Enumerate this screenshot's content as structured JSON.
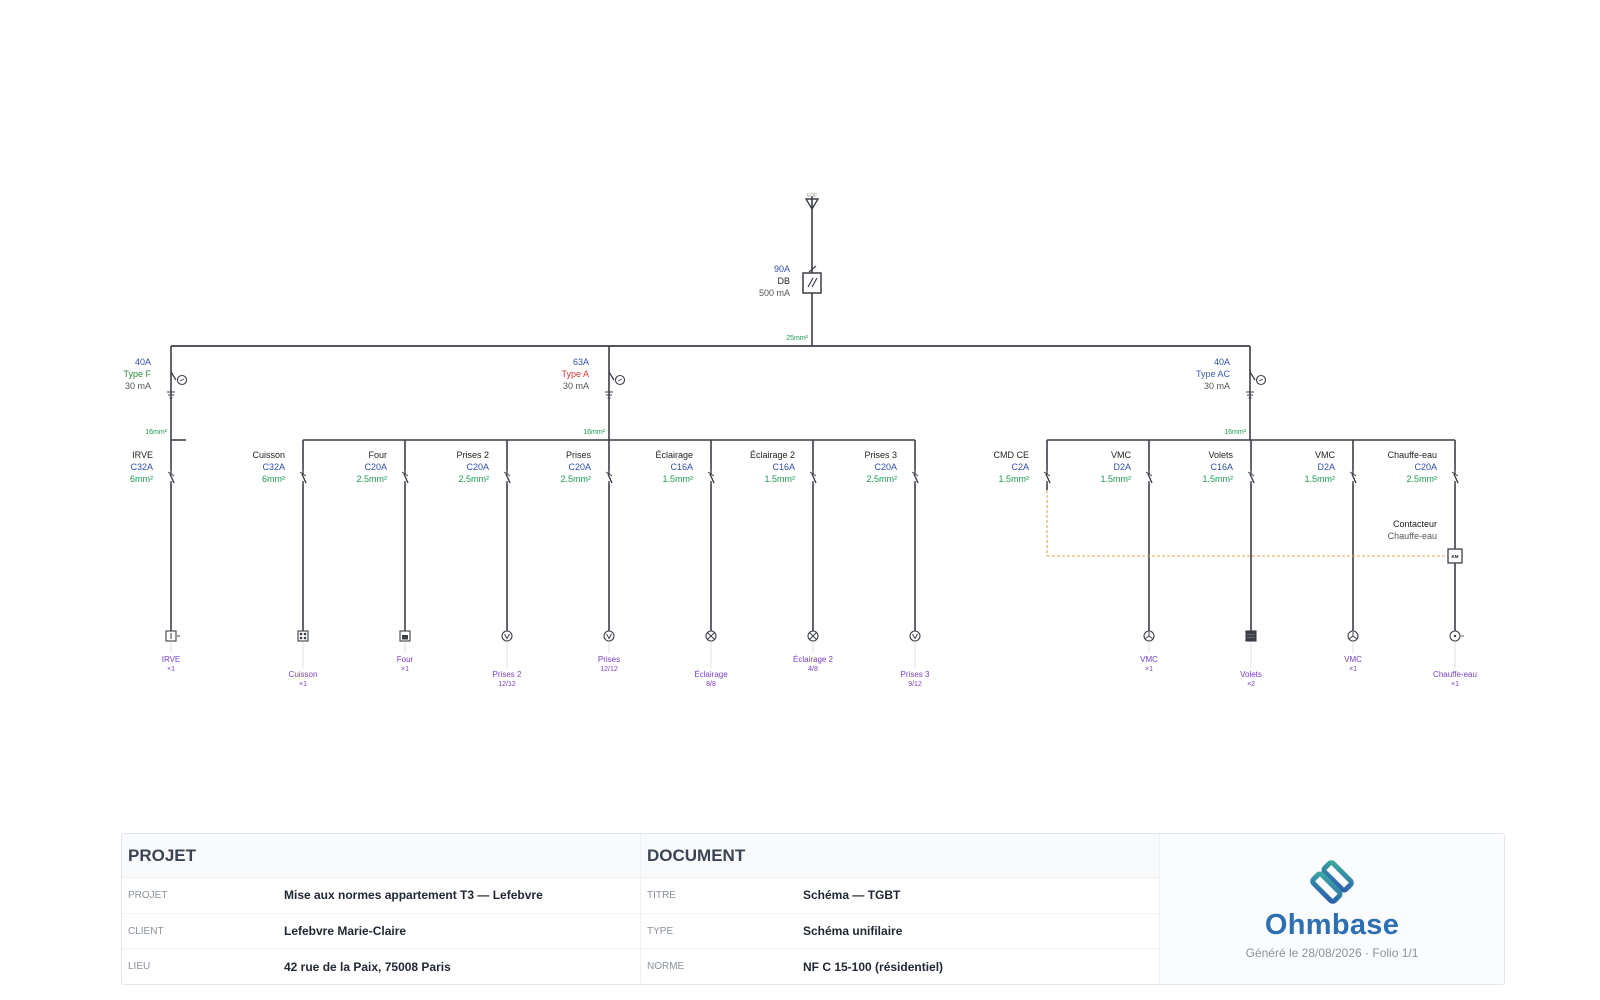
{
  "colors": {
    "line": "#3b3f46",
    "rating": "#2f4fa8",
    "section": "#1c9a52",
    "typeF": "#2e8a3c",
    "typeA": "#d23a3a",
    "typeAC": "#3a5fb5",
    "load": "#7a3fc8",
    "control": "#f0a34a"
  },
  "diagram": {
    "main": {
      "rating": "90A",
      "type": "DB",
      "sensitivity": "500 mA",
      "bus_section": "25mm²",
      "source_label": "EDF"
    },
    "rcds": [
      {
        "id": "rcd1",
        "rating": "40A",
        "type": "Type F",
        "type_color": "typeF",
        "sensitivity": "30 mA",
        "section": "16mm²"
      },
      {
        "id": "rcd2",
        "rating": "63A",
        "type": "Type A",
        "type_color": "typeA",
        "sensitivity": "30 mA",
        "section": "16mm²"
      },
      {
        "id": "rcd3",
        "rating": "40A",
        "type": "Type AC",
        "type_color": "typeAC",
        "sensitivity": "30 mA",
        "section": "16mm²"
      }
    ],
    "circuits": [
      {
        "rcd": 0,
        "name": "IRVE",
        "breaker": "C32A",
        "section": "6mm²",
        "load_name": "IRVE",
        "load_qty": "×1",
        "load_icon": "ev-charger",
        "label_row": 0
      },
      {
        "rcd": 1,
        "name": "Cuisson",
        "breaker": "C32A",
        "section": "6mm²",
        "load_name": "Cuisson",
        "load_qty": "×1",
        "load_icon": "cooktop",
        "label_row": 1
      },
      {
        "rcd": 1,
        "name": "Four",
        "breaker": "C20A",
        "section": "2.5mm²",
        "load_name": "Four",
        "load_qty": "×1",
        "load_icon": "oven",
        "label_row": 0
      },
      {
        "rcd": 1,
        "name": "Prises 2",
        "breaker": "C20A",
        "section": "2.5mm²",
        "load_name": "Prises 2",
        "load_qty": "12/12",
        "load_icon": "socket",
        "label_row": 1
      },
      {
        "rcd": 1,
        "name": "Prises",
        "breaker": "C20A",
        "section": "2.5mm²",
        "load_name": "Prises",
        "load_qty": "12/12",
        "load_icon": "socket",
        "label_row": 0
      },
      {
        "rcd": 1,
        "name": "Éclairage",
        "breaker": "C16A",
        "section": "1.5mm²",
        "load_name": "Éclairage",
        "load_qty": "8/8",
        "load_icon": "lamp",
        "label_row": 1
      },
      {
        "rcd": 1,
        "name": "Éclairage 2",
        "breaker": "C16A",
        "section": "1.5mm²",
        "load_name": "Éclairage 2",
        "load_qty": "4/8",
        "load_icon": "lamp",
        "label_row": 0
      },
      {
        "rcd": 1,
        "name": "Prises 3",
        "breaker": "C20A",
        "section": "2.5mm²",
        "load_name": "Prises 3",
        "load_qty": "9/12",
        "load_icon": "socket",
        "label_row": 1
      },
      {
        "rcd": 2,
        "name": "CMD CE",
        "breaker": "C2A",
        "section": "1.5mm²",
        "load_name": "",
        "load_qty": "",
        "load_icon": "none",
        "label_row": 0
      },
      {
        "rcd": 2,
        "name": "VMC",
        "breaker": "D2A",
        "section": "1.5mm²",
        "load_name": "VMC",
        "load_qty": "×1",
        "load_icon": "fan",
        "label_row": 0
      },
      {
        "rcd": 2,
        "name": "Volets",
        "breaker": "C16A",
        "section": "1.5mm²",
        "load_name": "Volets",
        "load_qty": "×2",
        "load_icon": "shutter",
        "label_row": 1
      },
      {
        "rcd": 2,
        "name": "VMC",
        "breaker": "D2A",
        "section": "1.5mm²",
        "load_name": "VMC",
        "load_qty": "×1",
        "load_icon": "fan",
        "label_row": 0
      },
      {
        "rcd": 2,
        "name": "Chauffe-eau",
        "breaker": "C20A",
        "section": "2.5mm²",
        "load_name": "Chauffe-eau",
        "load_qty": "×1",
        "load_icon": "water-heater",
        "label_row": 1
      }
    ],
    "contactor": {
      "title": "Contacteur",
      "subtitle": "Chauffe-eau",
      "symbol": "KM"
    }
  },
  "titleblock": {
    "projet": {
      "heading": "PROJET",
      "rows": [
        {
          "key": "PROJET",
          "value": "Mise aux normes appartement T3 — Lefebvre"
        },
        {
          "key": "CLIENT",
          "value": "Lefebvre Marie-Claire"
        },
        {
          "key": "LIEU",
          "value": "42 rue de la Paix, 75008 Paris"
        }
      ]
    },
    "document": {
      "heading": "DOCUMENT",
      "rows": [
        {
          "key": "TITRE",
          "value": "Schéma — TGBT"
        },
        {
          "key": "TYPE",
          "value": "Schéma unifilaire"
        },
        {
          "key": "NORME",
          "value": "NF C 15-100 (résidentiel)"
        }
      ]
    },
    "brand": "Ohmbase",
    "generated": "Généré le 28/08/2026 · Folio 1/1"
  }
}
